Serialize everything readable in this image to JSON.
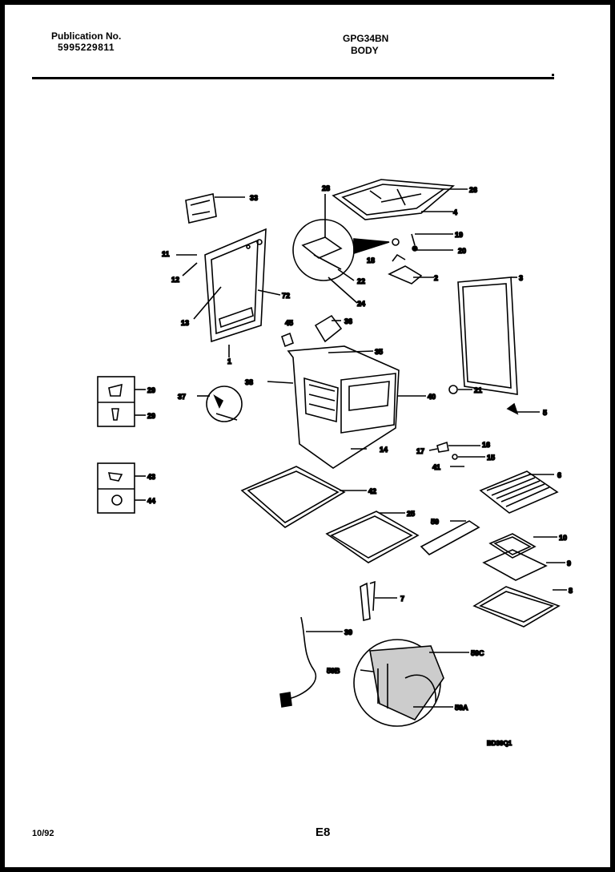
{
  "header": {
    "publication_label": "Publication No.",
    "publication_number": "5995229811",
    "model": "GPG34BN",
    "section": "BODY"
  },
  "diagram": {
    "code": "BD39Q1",
    "callouts": [
      "33",
      "28",
      "26",
      "4",
      "19",
      "20",
      "18",
      "2",
      "22",
      "24",
      "11",
      "12",
      "72",
      "13",
      "1",
      "3",
      "45",
      "36",
      "35",
      "38",
      "40",
      "21",
      "5",
      "29",
      "29",
      "37",
      "14",
      "16",
      "15",
      "17",
      "41",
      "43",
      "44",
      "42",
      "6",
      "25",
      "59",
      "10",
      "9",
      "8",
      "7",
      "39",
      "59C",
      "59B",
      "59A"
    ]
  },
  "footer": {
    "date": "10/92",
    "page": "E8"
  }
}
